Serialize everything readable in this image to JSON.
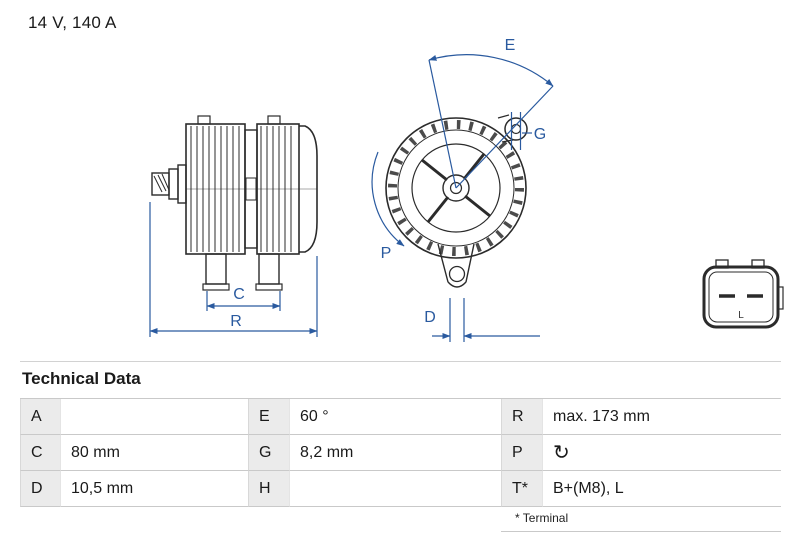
{
  "header": {
    "rating": "14 V, 140 A"
  },
  "colors": {
    "dimension_blue": "#2a5a9f",
    "line_black": "#2b2b2b"
  },
  "diagram": {
    "dimension_labels": {
      "C": "C",
      "R": "R",
      "E": "E",
      "G": "G",
      "P": "P",
      "D": "D"
    },
    "connector_label": "L"
  },
  "icons": {
    "rotation_cw": "↻"
  },
  "technical_data": {
    "title": "Technical Data",
    "rows": [
      {
        "cells": [
          {
            "key": "A",
            "value": ""
          },
          {
            "key": "E",
            "value": "60 °"
          },
          {
            "key": "R",
            "value": "max. 173 mm"
          }
        ]
      },
      {
        "cells": [
          {
            "key": "C",
            "value": "80 mm"
          },
          {
            "key": "G",
            "value": "8,2 mm"
          },
          {
            "key": "P",
            "value": "↻"
          }
        ]
      },
      {
        "cells": [
          {
            "key": "D",
            "value": "10,5 mm"
          },
          {
            "key": "H",
            "value": ""
          },
          {
            "key": "T*",
            "value": "B+(M8), L"
          }
        ]
      }
    ],
    "footnote": "* Terminal"
  }
}
